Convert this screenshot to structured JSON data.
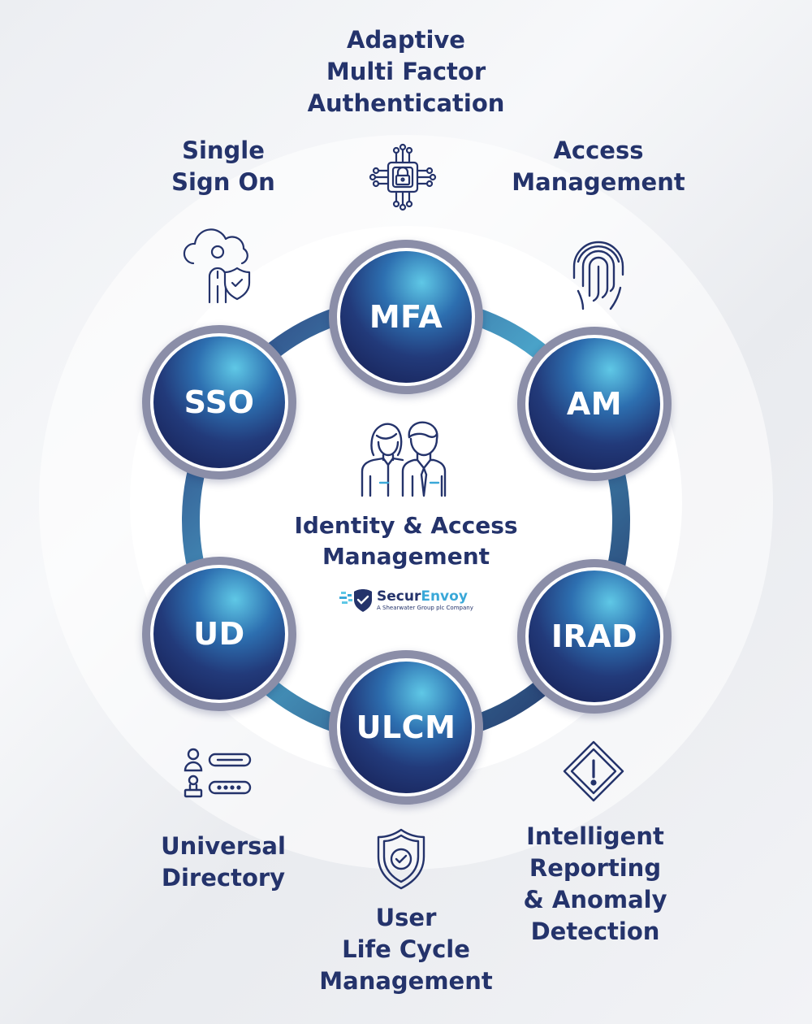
{
  "center": {
    "title_line1": "Identity & Access",
    "title_line2": "Management",
    "logo_name_part1": "Secur",
    "logo_name_part2": "Envoy",
    "logo_tagline": "A Shearwater Group plc Company"
  },
  "nodes": {
    "mfa": "MFA",
    "am": "AM",
    "irad": "IRAD",
    "ulcm": "ULCM",
    "ud": "UD",
    "sso": "SSO"
  },
  "captions": {
    "mfa": [
      "Adaptive",
      "Multi Factor",
      "Authentication"
    ],
    "am": [
      "Access",
      "Management"
    ],
    "irad": [
      "Intelligent",
      "Reporting",
      "& Anomaly",
      "Detection"
    ],
    "ulcm": [
      "User",
      "Life Cycle",
      "Management"
    ],
    "ud": [
      "Universal",
      "Directory"
    ],
    "sso": [
      "Single",
      "Sign On"
    ]
  },
  "icons": {
    "mfa": "circuit-lock-icon",
    "am": "fingerprint-icon",
    "irad": "warning-diamond-icon",
    "ulcm": "shield-check-icon",
    "ud": "user-directory-icon",
    "sso": "cloud-user-shield-icon",
    "center": "two-people-icon"
  },
  "colors": {
    "navy": "#24336b",
    "ring_light": "#4aa3c9",
    "ring_dark": "#1f2a5e",
    "node_border": "#8b8ea8",
    "accent_cyan": "#5fc8e6"
  }
}
